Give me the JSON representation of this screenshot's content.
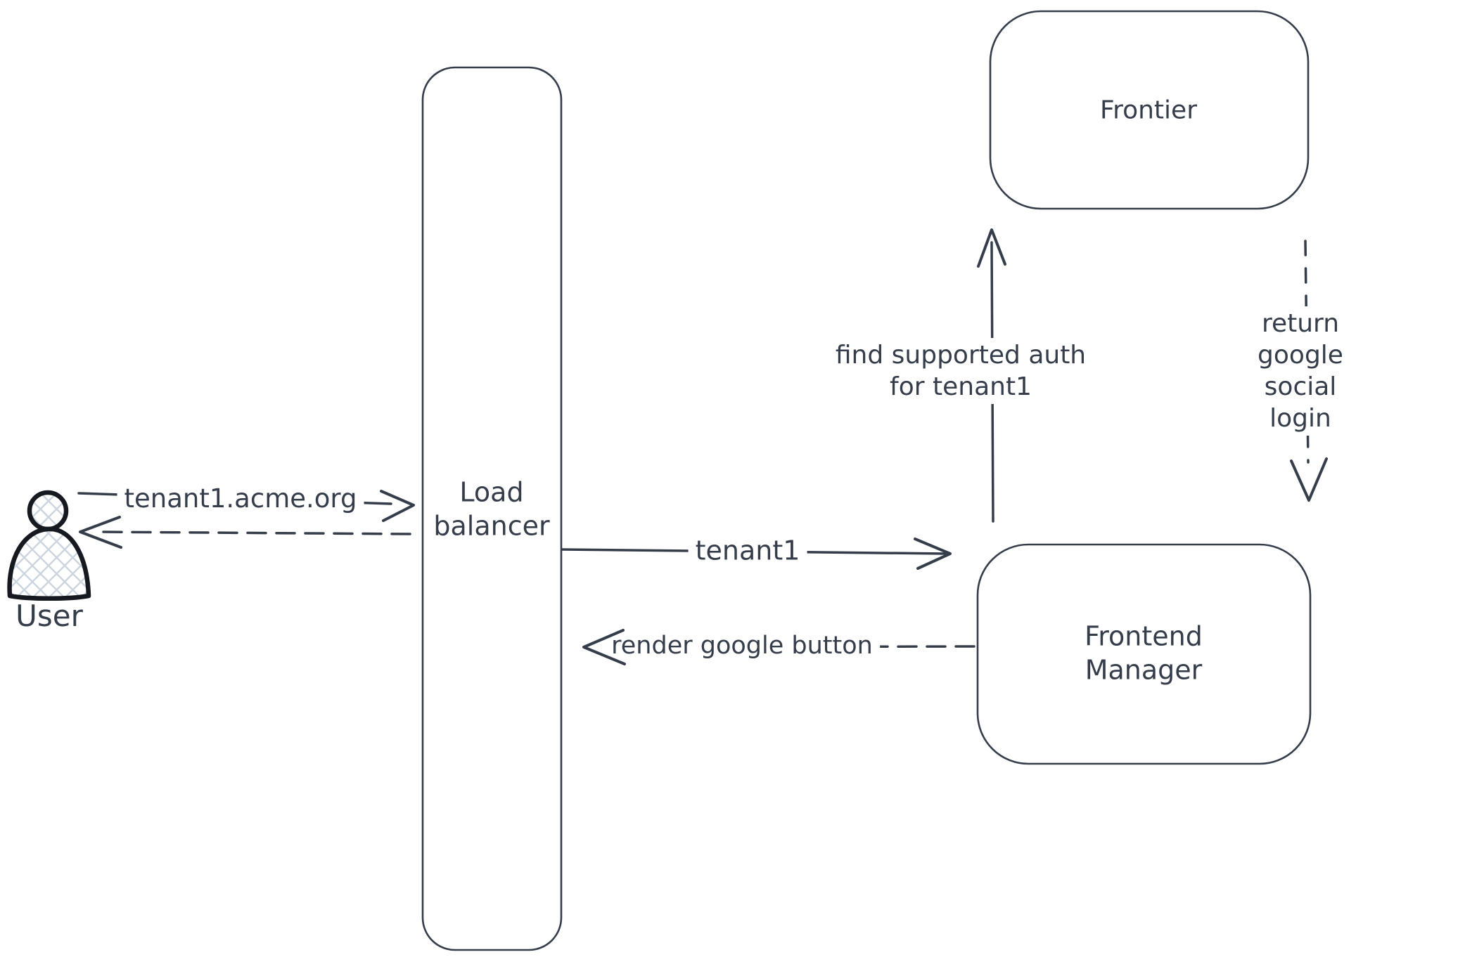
{
  "diagram_type": "hand-drawn sequence / architecture diagram",
  "colors": {
    "background": "#ffffff",
    "stroke": "#363d4a",
    "text": "#363d4a",
    "actor_stroke": "#16191f",
    "actor_hatch": "#ccd5df"
  },
  "actor": {
    "label": "User"
  },
  "nodes": {
    "load_balancer": {
      "label": "Load\nbalancer"
    },
    "frontier": {
      "label": "Frontier"
    },
    "frontend_manager": {
      "label": "Frontend\nManager"
    }
  },
  "edges": {
    "user_to_lb": {
      "label": "tenant1.acme.org",
      "style": "solid",
      "direction": "right"
    },
    "lb_to_user": {
      "label": "",
      "style": "dashed",
      "direction": "left"
    },
    "lb_to_fm": {
      "label": "tenant1",
      "style": "solid",
      "direction": "right"
    },
    "fm_to_lb": {
      "label": "render google button",
      "style": "dashed",
      "direction": "left"
    },
    "fm_to_frontier": {
      "label": "find supported auth\nfor tenant1",
      "style": "solid",
      "direction": "up"
    },
    "frontier_to_fm": {
      "label": "return google social\nlogin",
      "style": "dashed",
      "direction": "down"
    }
  }
}
